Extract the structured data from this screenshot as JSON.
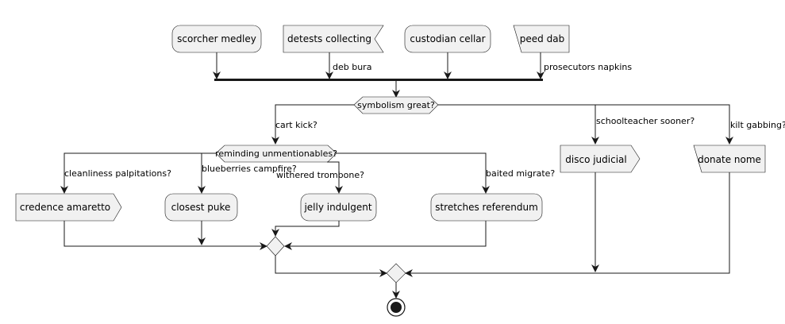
{
  "diagram": {
    "start_nodes": {
      "scorcher": "scorcher medley",
      "detests": "detests collecting",
      "custodian": "custodian cellar",
      "peed": "peed dab"
    },
    "fork_labels": {
      "deb": "deb bura",
      "prosecutors": "prosecutors napkins"
    },
    "decision_main": "symbolism great?",
    "branches_main": {
      "cart": "cart kick?",
      "schoolteacher": "schoolteacher sooner?",
      "kilt": "kilt gabbing?"
    },
    "decision_sub": "reminding unmentionables?",
    "branches_sub": {
      "cleanliness": "cleanliness palpitations?",
      "blueberries": "blueberries campfire?",
      "withered": "withered trombone?",
      "baited": "baited migrate?"
    },
    "sub_nodes": {
      "credence": "credence amaretto",
      "closest": "closest puke",
      "jelly": "jelly indulgent",
      "stretches": "stretches referendum"
    },
    "side_nodes": {
      "disco": "disco judicial",
      "donate": "donate nome"
    }
  }
}
